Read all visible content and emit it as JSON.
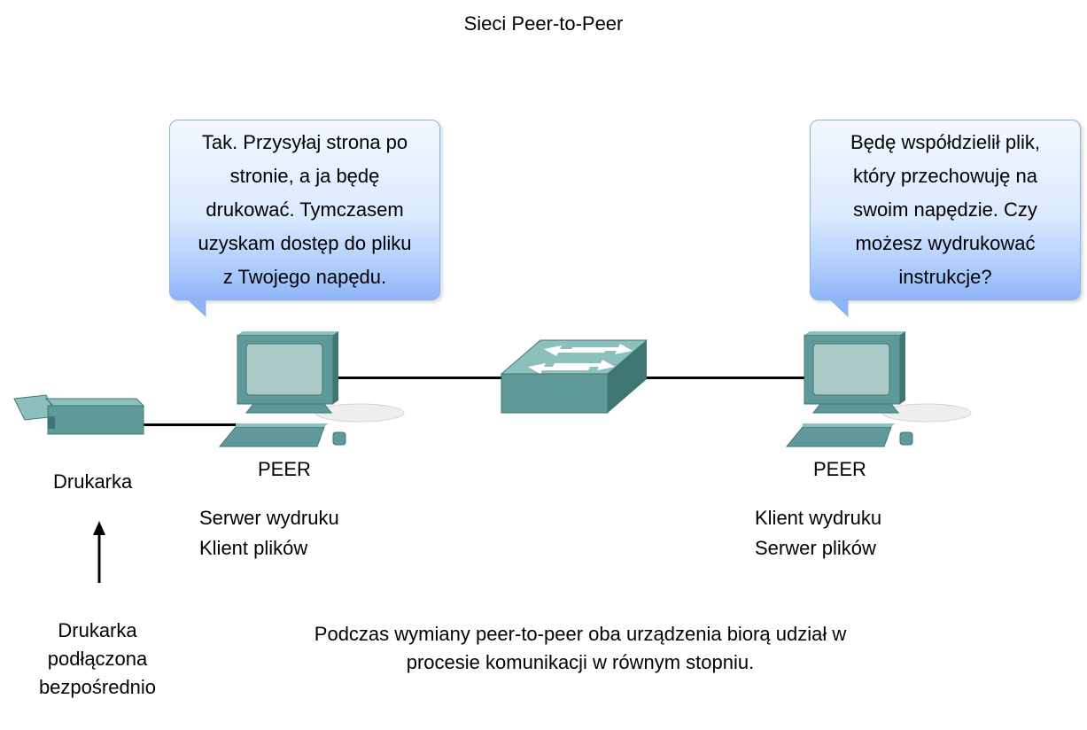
{
  "title": "Sieci Peer-to-Peer",
  "bubble_left": {
    "lines": [
      "Tak. Przysyłaj strona po",
      "stronie, a ja będę",
      "drukować. Tymczasem",
      "uzyskam dostęp do pliku",
      "z Twojego napędu."
    ]
  },
  "bubble_right": {
    "lines": [
      "Będę współdzielił plik,",
      "który przechowuję na",
      "swoim napędzie. Czy",
      "możesz wydrukować",
      "instrukcje?"
    ]
  },
  "printer": {
    "label": "Drukarka",
    "note_lines": [
      "Drukarka",
      "podłączona",
      "bezpośrednio"
    ]
  },
  "peer_left": {
    "label": "PEER",
    "roles": [
      "Serwer wydruku",
      "Klient plików"
    ]
  },
  "peer_right": {
    "label": "PEER",
    "roles": [
      "Klient wydruku",
      "Serwer plików"
    ]
  },
  "caption_lines": [
    "Podczas wymiany peer-to-peer oba urządzenia biorą udział w",
    "procesie komunikacji w równym stopniu."
  ],
  "colors": {
    "device_teal": "#5f9a98",
    "device_dark": "#3f7674",
    "device_light": "#8cc0bd",
    "screen": "#a9c8c6",
    "bubble_blue": "#8db5f7"
  },
  "icons": [
    "printer-icon",
    "computer-icon",
    "switch-icon",
    "arrow-up-icon"
  ]
}
